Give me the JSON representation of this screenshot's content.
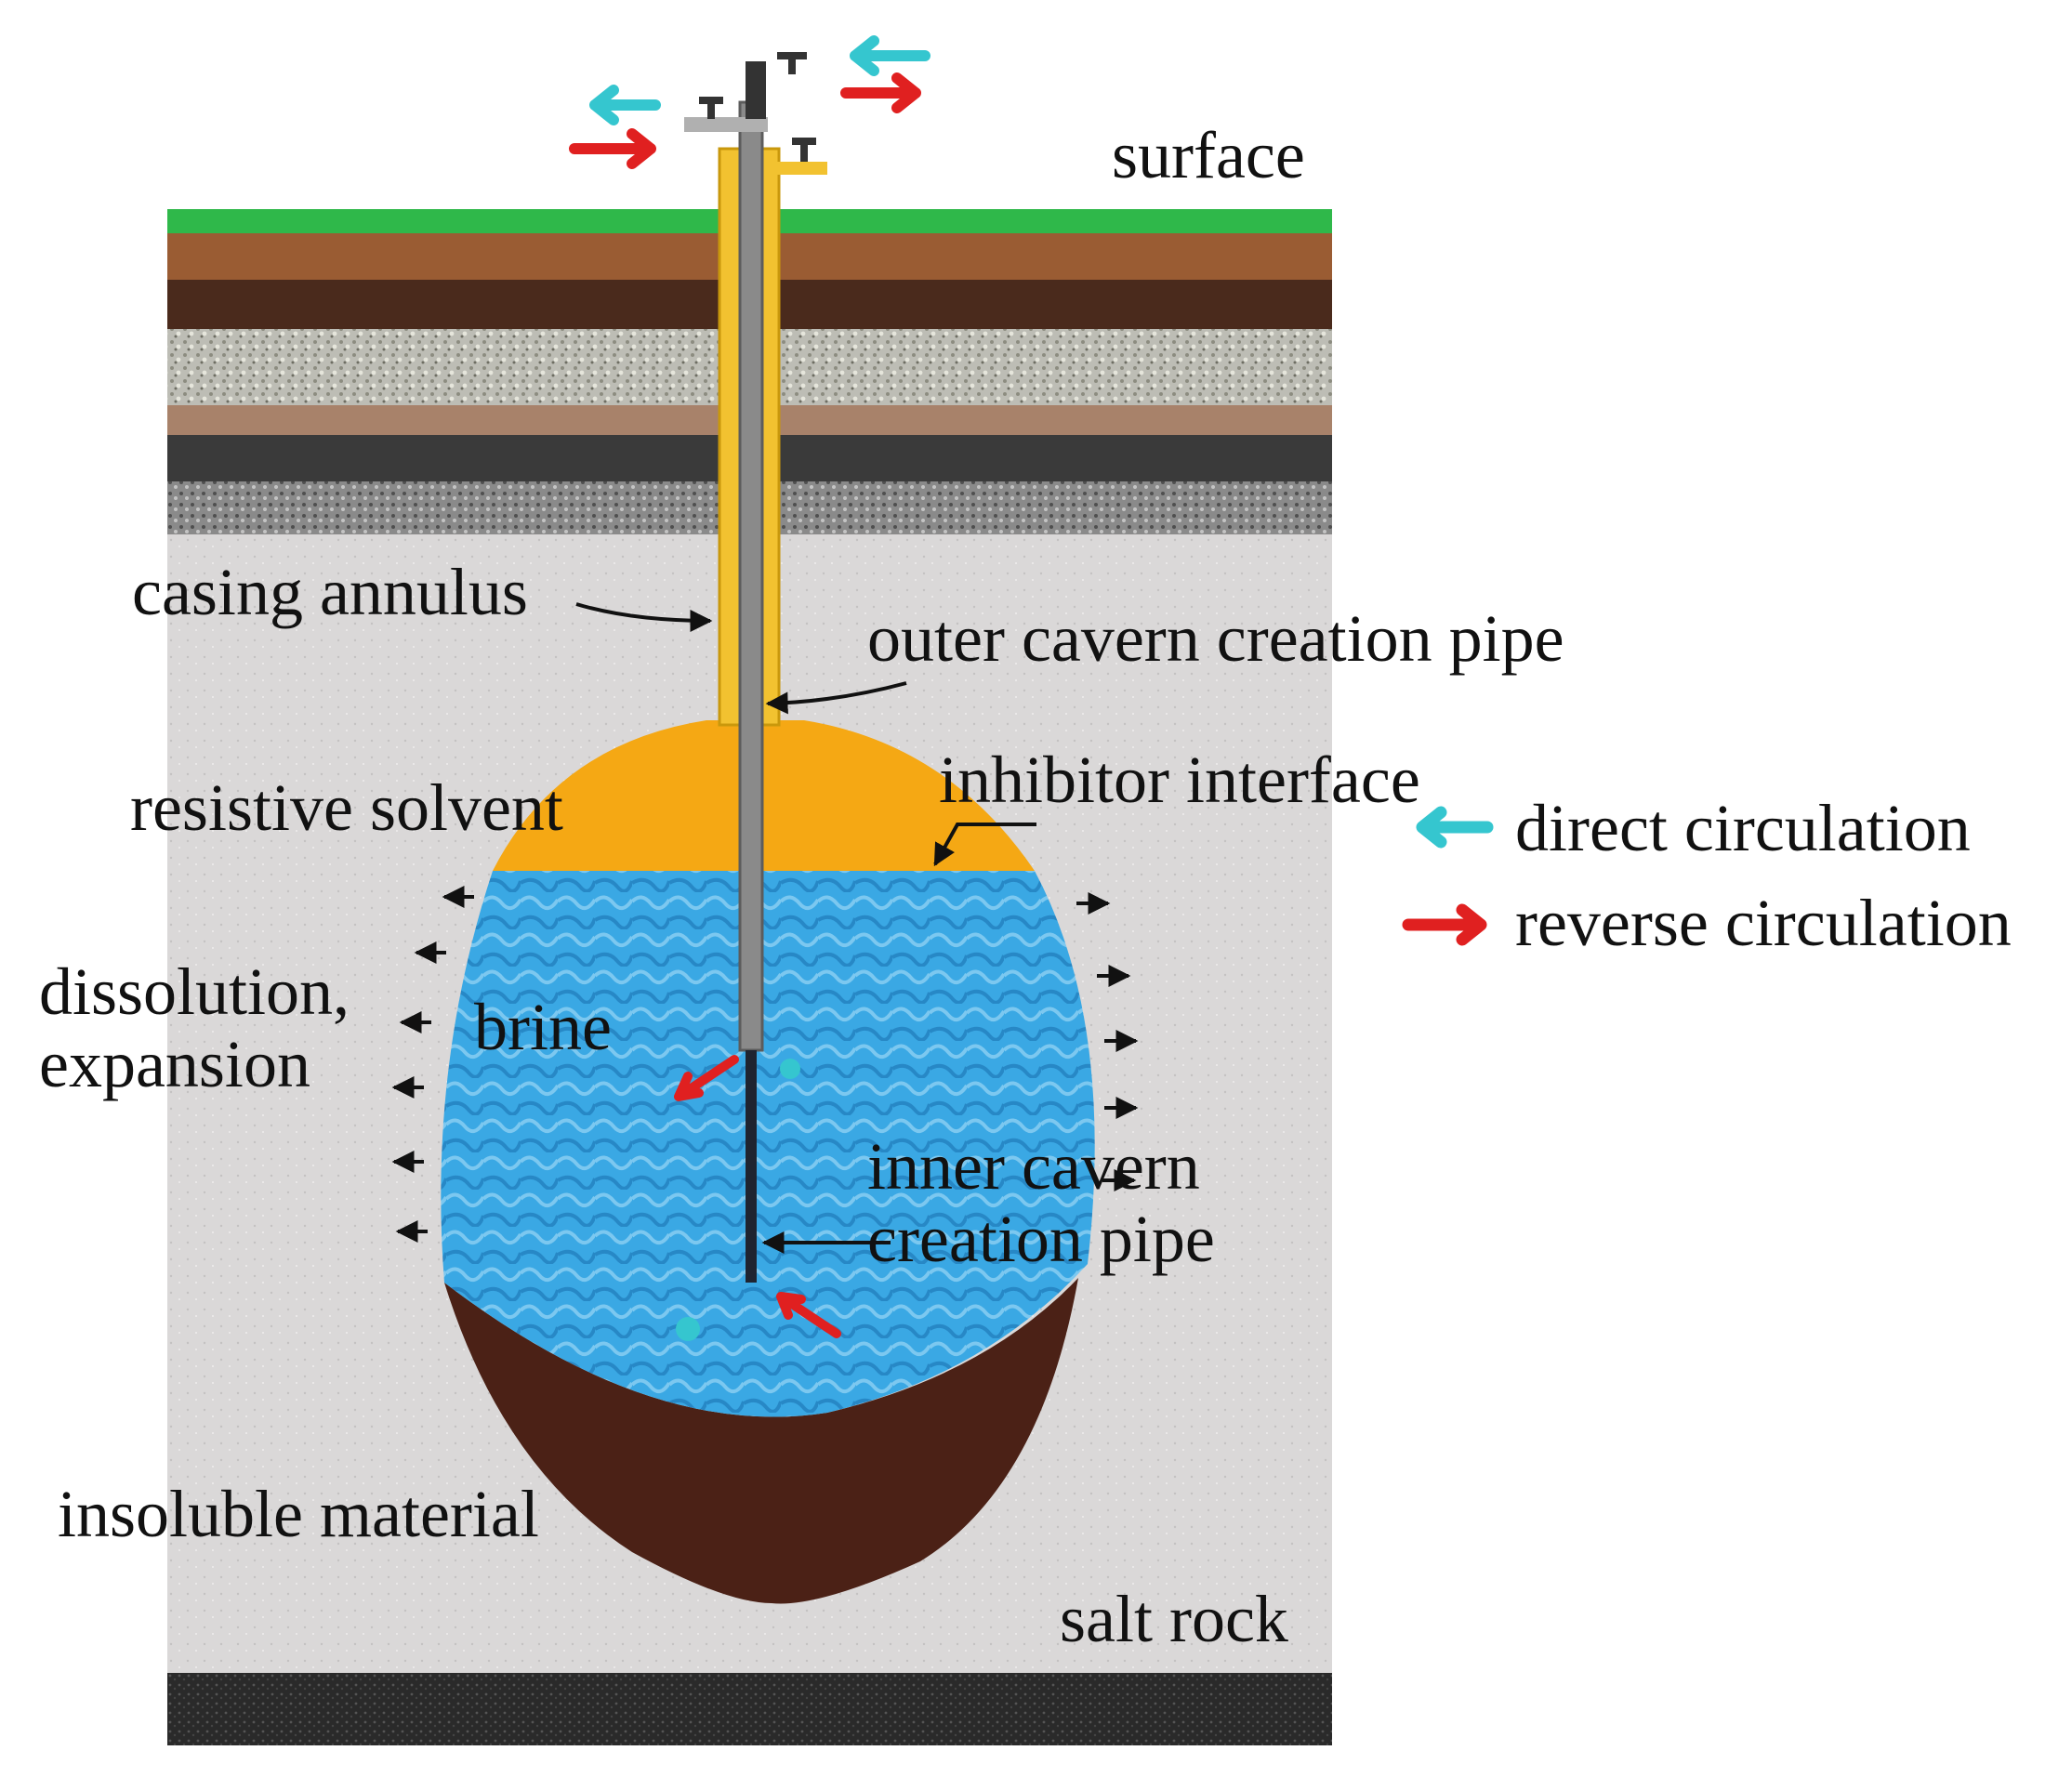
{
  "labels": {
    "surface": "surface",
    "casing_annulus": "casing annulus",
    "outer_pipe": "outer cavern creation pipe",
    "resistive_solvent": "resistive solvent",
    "inhibitor_interface": "inhibitor interface",
    "dissolution_line1": "dissolution,",
    "dissolution_line2": "expansion",
    "brine": "brine",
    "inner_pipe_line1": "inner cavern",
    "inner_pipe_line2": "creation pipe",
    "insoluble_material": "insoluble material",
    "salt_rock": "salt rock"
  },
  "legend": {
    "direct": "direct circulation",
    "reverse": "reverse circulation"
  },
  "colors": {
    "direct_arrow": "#35c6cf",
    "reverse_arrow": "#e02020",
    "surface_grass": "#2fb84a",
    "topsoil": "#9a5c33",
    "dark_soil": "#4a2a1c",
    "salt_rock": "#d8d6d6",
    "resistive_solvent": "#f5a814",
    "brine": "#3aa8e4",
    "insoluble": "#4b2116",
    "casing": "#f2c230",
    "pipe": "#8a8a8a"
  }
}
